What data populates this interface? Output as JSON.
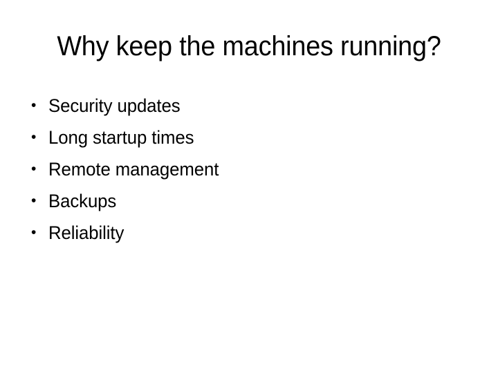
{
  "slide": {
    "title": "Why keep the machines running?",
    "background_color": "#ffffff",
    "text_color": "#000000",
    "bullet_glyph": "•",
    "bullets": [
      {
        "label": "Security updates"
      },
      {
        "label": "Long startup times"
      },
      {
        "label": "Remote management"
      },
      {
        "label": "Backups"
      },
      {
        "label": "Reliability"
      }
    ]
  }
}
